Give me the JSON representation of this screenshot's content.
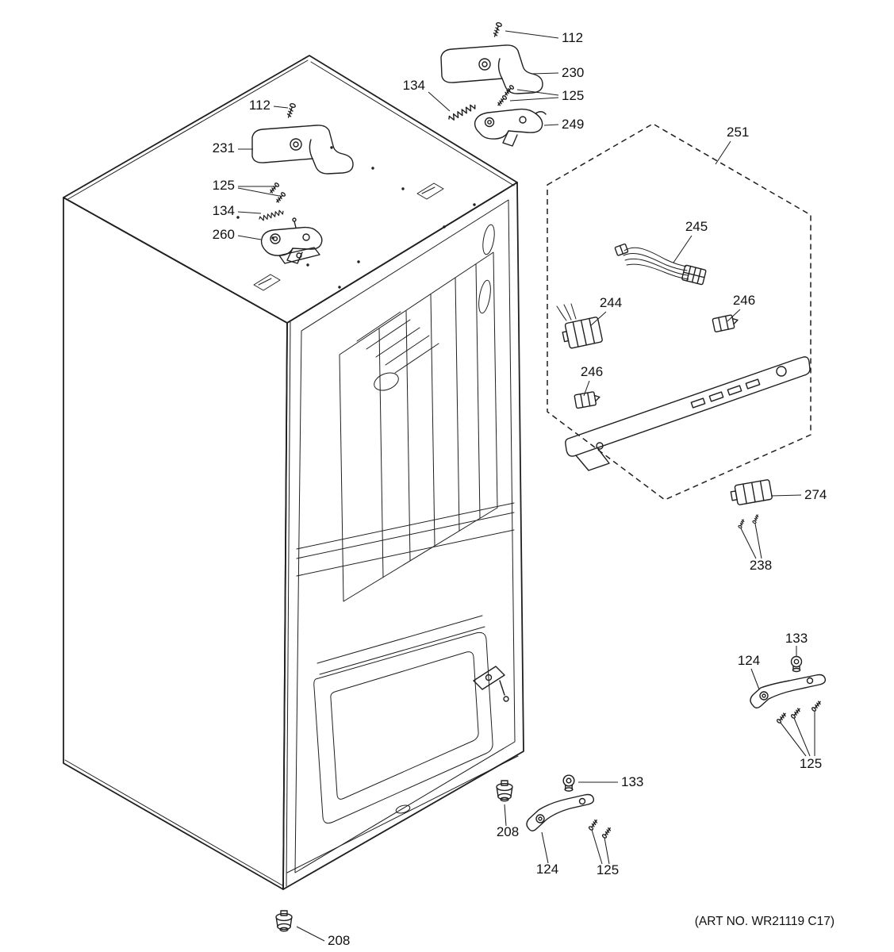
{
  "diagram": {
    "art_no": "(ART NO. WR21119 C17)",
    "subject": "refrigerator-cabinet-exploded-parts-diagram",
    "line_color": "#1f1f1f",
    "background": "#ffffff"
  },
  "callouts": [
    {
      "id": "112-top-right",
      "label": "112",
      "part": "screw"
    },
    {
      "id": "230",
      "label": "230",
      "part": "hinge-cover"
    },
    {
      "id": "134-top",
      "label": "134",
      "part": "spring"
    },
    {
      "id": "125-top",
      "label": "125",
      "part": "screws"
    },
    {
      "id": "249",
      "label": "249",
      "part": "hinge-assembly"
    },
    {
      "id": "251",
      "label": "251",
      "part": "harness-area"
    },
    {
      "id": "112-top-left",
      "label": "112",
      "part": "screw"
    },
    {
      "id": "231",
      "label": "231",
      "part": "hinge-cover"
    },
    {
      "id": "125-left",
      "label": "125",
      "part": "screws"
    },
    {
      "id": "134-left",
      "label": "134",
      "part": "spring"
    },
    {
      "id": "260",
      "label": "260",
      "part": "hinge-assembly"
    },
    {
      "id": "245",
      "label": "245",
      "part": "wire-harness"
    },
    {
      "id": "244",
      "label": "244",
      "part": "connector"
    },
    {
      "id": "246-upper",
      "label": "246",
      "part": "clip"
    },
    {
      "id": "246-lower",
      "label": "246",
      "part": "clip"
    },
    {
      "id": "274",
      "label": "274",
      "part": "module"
    },
    {
      "id": "238",
      "label": "238",
      "part": "screws"
    },
    {
      "id": "133-right",
      "label": "133",
      "part": "grommet"
    },
    {
      "id": "124-right",
      "label": "124",
      "part": "bracket"
    },
    {
      "id": "125-right",
      "label": "125",
      "part": "screws"
    },
    {
      "id": "133-bottom",
      "label": "133",
      "part": "grommet"
    },
    {
      "id": "208-mid",
      "label": "208",
      "part": "leveling-leg"
    },
    {
      "id": "124-bottom",
      "label": "124",
      "part": "bracket"
    },
    {
      "id": "125-bottom",
      "label": "125",
      "part": "screws"
    },
    {
      "id": "208-bottom",
      "label": "208",
      "part": "leveling-leg"
    }
  ]
}
